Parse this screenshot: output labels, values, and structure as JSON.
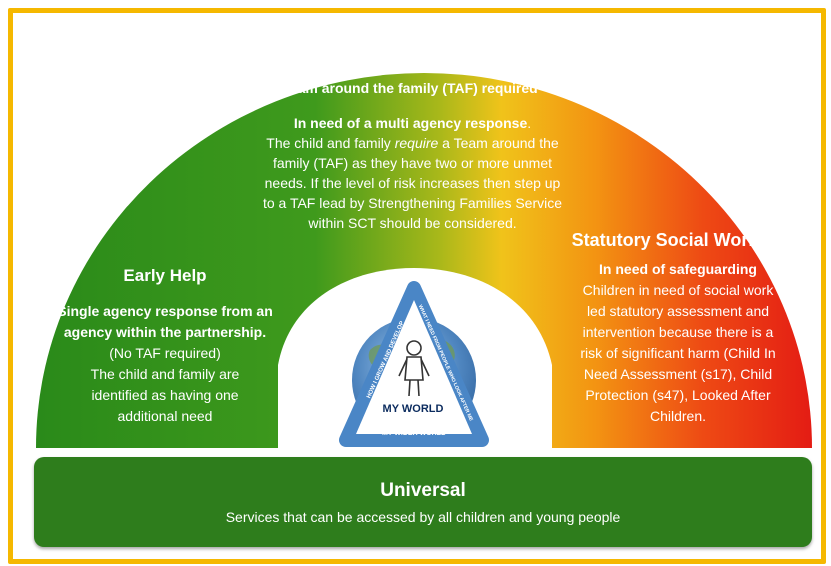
{
  "middle": {
    "title": "Multi agency Early Help",
    "subtitle": "Team around the family (TAF) required",
    "lead": "In need of a  multi agency response",
    "lead_end": ".",
    "line1_a": "The child and family ",
    "line1_em": "require",
    "line1_b": " a Team  around the",
    "line2": "family (TAF) as they  have  two or more  unmet",
    "line3": "needs. If  the  level of  risk increases then step up",
    "line4": "to a TAF lead  by Strengthening  Families  Service",
    "line5": "within SCT should be considered."
  },
  "left": {
    "title": "Early Help",
    "line1": "Single agency response from an",
    "line2": "agency  within the partnership.",
    "line3": "(No TAF required)",
    "line4": "The  child and  family are",
    "line5": "identified as  having one",
    "line6": "additional  need"
  },
  "right": {
    "title": "Statutory Social Work",
    "subtitle": "In need of safeguarding",
    "line1": "Children in need of social work",
    "line2": "led statutory assessment and",
    "line3": "intervention because there is  a",
    "line4": "risk of  significant harm (Child In",
    "line5": "Need Assessment (s17), Child",
    "line6": "Protection (s47), Looked After",
    "line7": "Children."
  },
  "universal": {
    "title": "Universal",
    "body": "Services  that  can be  accessed by  all children and  young people"
  },
  "triangle": {
    "center": "MY WORLD",
    "bottom": "MY WIDER WORLD",
    "left_side": "HOW I GROW AND DEVELOP",
    "right_side": "WHAT I NEED FROM PEOPLE WHO LOOK AFTER ME"
  },
  "colors": {
    "frame": "#f5b800",
    "green": "#2e8b1a",
    "yellow": "#e7c21a",
    "orange": "#f39a12",
    "red": "#e41f14",
    "universal": "#2e7d1c",
    "triangle": "#4a86c6"
  }
}
